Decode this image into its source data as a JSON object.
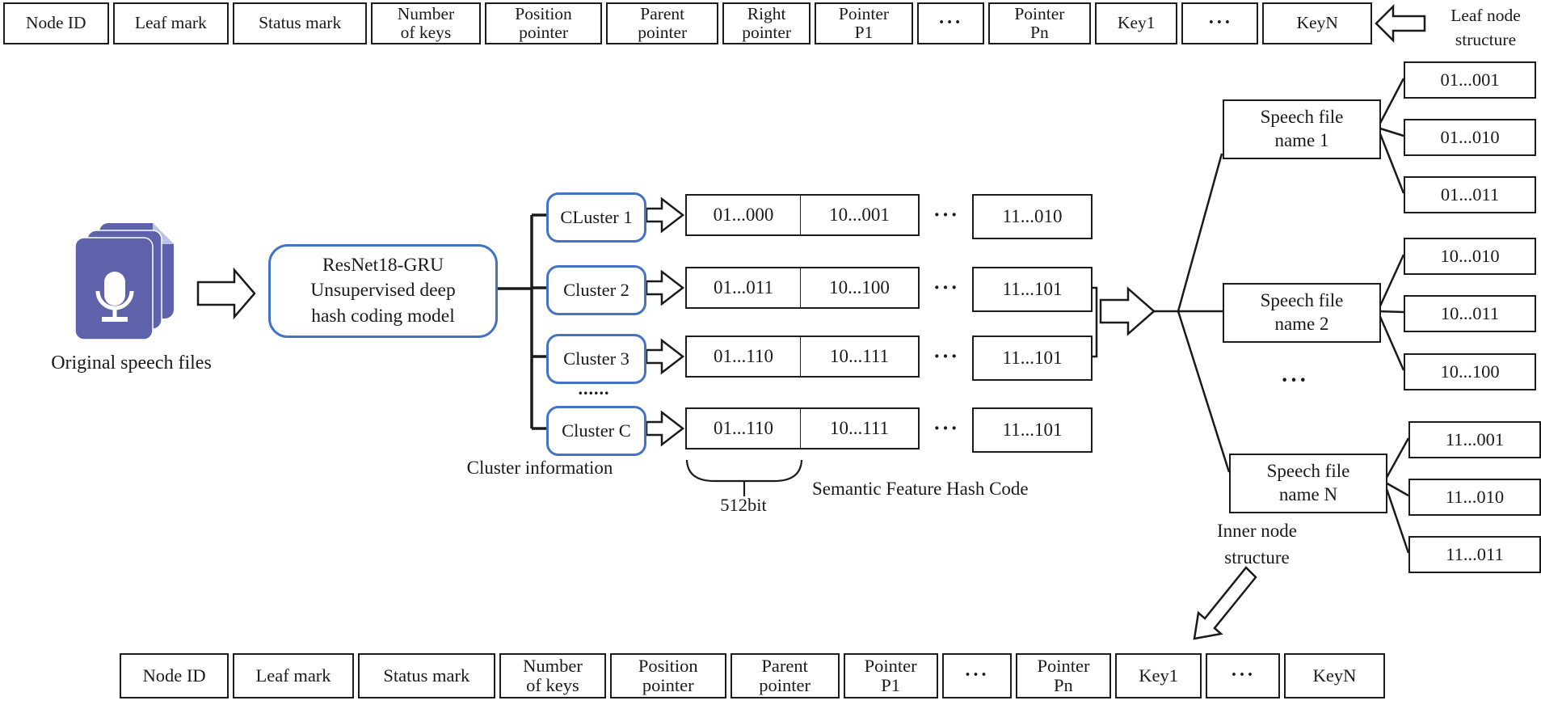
{
  "leaf_table": {
    "cells": [
      "Node ID",
      "Leaf mark",
      "Status mark",
      "Number\nof keys",
      "Position\npointer",
      "Parent\npointer",
      "Right\npointer",
      "Pointer\nP1",
      "···",
      "Pointer\nPn",
      "Key1",
      "···",
      "KeyN"
    ]
  },
  "leaf_note": "Leaf node\nstructure",
  "source_label": "Original speech files",
  "model_label": "ResNet18-GRU\nUnsupervised deep\nhash coding model",
  "clusters": {
    "items": [
      "CLuster 1",
      "Cluster 2",
      "Cluster 3",
      "Cluster C"
    ],
    "dots": "......",
    "caption": "Cluster information"
  },
  "hash": {
    "rows": [
      {
        "c0": "01...000",
        "c1": "10...001",
        "dots": "···",
        "c2": "11...010"
      },
      {
        "c0": "01...011",
        "c1": "10...100",
        "dots": "···",
        "c2": "11...101"
      },
      {
        "c0": "01...110",
        "c1": "10...111",
        "dots": "···",
        "c2": "11...101"
      },
      {
        "c0": "01...110",
        "c1": "10...111",
        "dots": "···",
        "c2": "11...101"
      }
    ],
    "bits_label": "512bit",
    "caption": "Semantic Feature Hash Code"
  },
  "tree": {
    "nodes": [
      {
        "label": "Speech file\nname 1",
        "leaves": [
          "01...001",
          "01...010",
          "01...011"
        ]
      },
      {
        "label": "Speech file\nname 2",
        "leaves": [
          "10...010",
          "10...011",
          "10...100"
        ]
      },
      {
        "label": "Speech file\nname N",
        "leaves": [
          "11...001",
          "11...010",
          "11...011"
        ]
      }
    ],
    "dots": "···",
    "inner_note": "Inner node\nstructure"
  },
  "inner_table": {
    "cells": [
      "Node ID",
      "Leaf mark",
      "Status mark",
      "Number\nof keys",
      "Position\npointer",
      "Parent\npointer",
      "Pointer\nP1",
      "···",
      "Pointer\nPn",
      "Key1",
      "···",
      "KeyN"
    ]
  },
  "colors": {
    "accent_blue": "#4472C4",
    "icon_purple": "#5d62aa",
    "icon_light": "#bcc1e6",
    "line_black": "#1a1a1a"
  }
}
